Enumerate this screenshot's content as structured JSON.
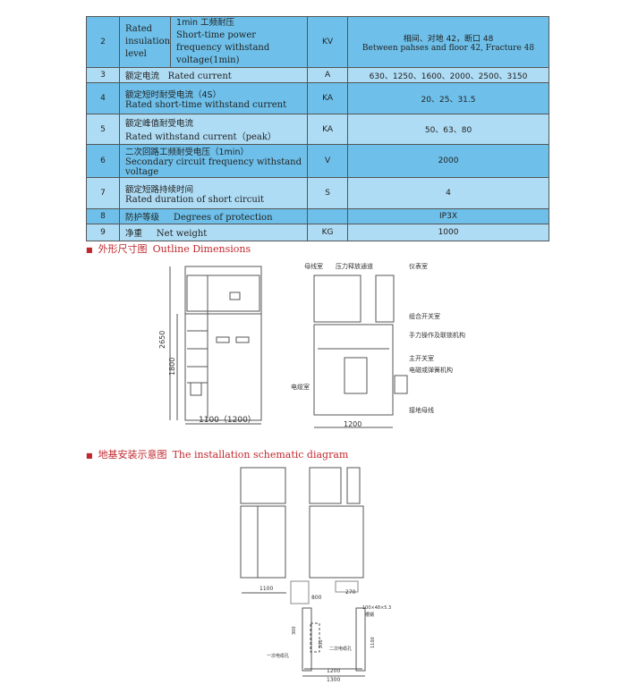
{
  "table": {
    "rows": [
      {
        "no": "2",
        "label": "Rated insulation level",
        "zh": "1min 工频耐压",
        "en": "Short-time power frequency withstand voltage(1min)",
        "unit": "KV",
        "value_zh": "相间、对地 42，断口 48",
        "value_en": "Between pahses and floor 42, Fracture 48"
      },
      {
        "no": "3",
        "zh": "额定电流",
        "en": "Rated current",
        "unit": "A",
        "value": "630、1250、1600、2000、2500、3150"
      },
      {
        "no": "4",
        "zh": "额定短时耐受电流（4S）",
        "en": "Rated short-time withstand current",
        "unit": "KA",
        "value": "20、25、31.5"
      },
      {
        "no": "5",
        "zh": "额定峰值耐受电流",
        "en": "Rated withstand current（peak）",
        "unit": "KA",
        "value": "50、63、80"
      },
      {
        "no": "6",
        "zh": "二次回路工频耐受电压（1min）",
        "en": "Secondary circuit frequency withstand voltage",
        "unit": "V",
        "value": "2000"
      },
      {
        "no": "7",
        "zh": "额定短路持续时间",
        "en": "Rated duration of short circuit",
        "unit": "S",
        "value": "4"
      },
      {
        "no": "8",
        "zh": "防护等级",
        "en": "Degrees of protection",
        "unit": "",
        "value": "IP3X"
      },
      {
        "no": "9",
        "zh": "净重",
        "en": "Net weight",
        "unit": "KG",
        "value": "1000"
      }
    ]
  },
  "section1": {
    "bullet": "■",
    "zh": "外形尺寸图",
    "en": "Outline Dimensions"
  },
  "section2": {
    "bullet": "■",
    "zh": "地基安装示意图",
    "en": "The installation schematic diagram"
  },
  "outline": {
    "dim_height": "2650",
    "dim_lower": "1800",
    "dim_width": "1100（1200）"
  },
  "side": {
    "labels": [
      "母线室",
      "压力释放通道",
      "仪表室",
      "组合开关室",
      "手力操作及联锁机构",
      "主开关室",
      "电磁或弹簧机构",
      "电缆室",
      "接地母线"
    ],
    "dim_width": "1200"
  },
  "install": {
    "dims": [
      "1100",
      "800",
      "270",
      "100×48×5.3",
      "槽钢",
      "300",
      "200",
      "1100",
      "二次电缆孔",
      "一次电缆孔",
      "1200",
      "1300"
    ]
  }
}
